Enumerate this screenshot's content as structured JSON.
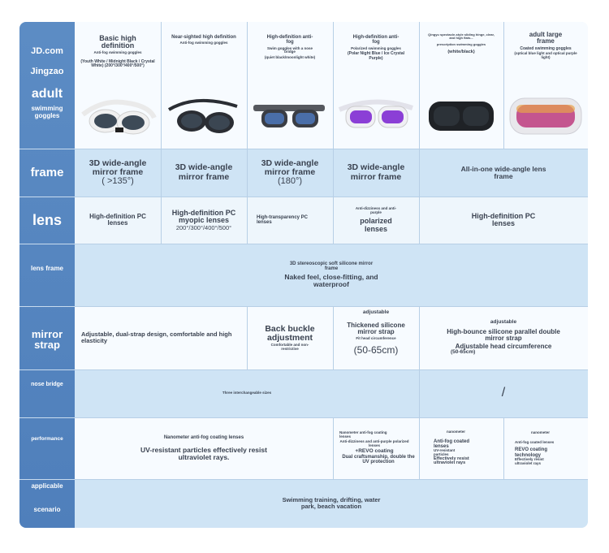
{
  "sidebar": {
    "brand_line1": "JD.com",
    "brand_line2": "Jingzao",
    "brand_line3": "adult",
    "brand_line4": "swimming goggles",
    "frame": "frame",
    "lens": "lens",
    "lens_frame": "lens frame",
    "mirror_strap": "mirror strap",
    "nose_bridge": "nose bridge",
    "performance": "performance",
    "applicable": "applicable",
    "scenario": "scenario"
  },
  "products": [
    {
      "title": "Basic high definition",
      "sub": "Anti-fog swimming goggles",
      "note": "(Youth White / Midnight Black / Crystal White) (200°/300°/400°/500°)",
      "frame_color": "#f4f4f4",
      "lens_color": "#3d4a57"
    },
    {
      "title": "Near-sighted high definition",
      "sub": "Anti-fog swimming goggles",
      "note": "",
      "frame_color": "#2a2d33",
      "lens_color": "#3b4652"
    },
    {
      "title": "High-definition anti-fog",
      "sub": "Swim goggles with a nose bridge",
      "note": "(quiet black/moonlight white)",
      "frame_color": "#3a3d44",
      "lens_color": "#4a6ea8"
    },
    {
      "title": "High-definition anti-fog",
      "sub": "Polarized swimming goggles",
      "note": "(Polar Night Blue / Ice Crystal Purple)",
      "frame_color": "#f0f0f4",
      "lens_color": "#8b3fd6"
    },
    {
      "title": "Qingyu spectacle-style sliding hinge, clear, and high flats...",
      "sub": "prescription swimming goggles",
      "note": "(white/black)",
      "frame_color": "#1f2226",
      "lens_color": "#2c3238"
    },
    {
      "title": "adult large frame",
      "sub": "Coated swimming goggles",
      "note": "(optical blue light and optical purple light)",
      "frame_color": "#e8e8ec",
      "lens_color": "#c4558f"
    }
  ],
  "frame_row": {
    "c1_line1": "3D wide-angle mirror frame",
    "c1_line2": "( >135°)",
    "c2": "3D wide-angle mirror frame",
    "c3_line1": "3D wide-angle mirror frame",
    "c3_line2": "(180°)",
    "c4": "3D wide-angle mirror frame",
    "c5": "All-in-one wide-angle lens frame"
  },
  "lens_row": {
    "c1": "High-definition PC lenses",
    "c2_line1": "High-definition PC myopic lenses",
    "c2_line2": "200°/300°/400°/500°",
    "c3": "High-transparency PC lenses",
    "c4_small": "Anti-dizziness and anti-purple",
    "c4_big": "polarized lenses",
    "c5": "High-definition PC lenses"
  },
  "lensframe_row": {
    "small": "3D stereoscopic soft silicone mirror frame",
    "big": "Naked feel, close-fitting, and waterproof"
  },
  "strap_row": {
    "c1": "Adjustable, dual-strap design, comfortable and high elasticity",
    "c2_big": "Back buckle adjustment",
    "c2_small": "Comfortable and non-restrictive",
    "c3_top": "adjustable",
    "c3_big": "Thickened silicone mirror strap",
    "c3_small": "Fit head circumference",
    "c3_range": "(50-65cm)",
    "c4_top": "adjustable",
    "c4_big": "High-bounce silicone parallel double mirror strap",
    "c4_mid": "Adjustable head circumference",
    "c4_range": "(50-65cm)"
  },
  "nose_row": {
    "left": "Three interchangeable sizes",
    "right": "/"
  },
  "perf_row": {
    "c1_small": "Nanometer anti-fog coating lenses",
    "c1_big": "UV-resistant particles effectively resist ultraviolet rays.",
    "c2_small1": "Nanometer anti-fog coating lenses",
    "c2_small2": "Anti-dizziness and anti-purple polarized lenses",
    "c2_big1": "+REVO coating",
    "c2_big2": "Dual craftsmanship, double the UV protection",
    "c3_top": "nanometer",
    "c3_big": "Anti-fog coated lenses",
    "c3_small": "UV-resistant particles",
    "c3_big2": "Effectively resist ultraviolet rays",
    "c4_top": "nanometer",
    "c4_small": "Anti-fog coated lenses",
    "c4_big": "REVO coating technology",
    "c4_small2": "Effectively resist ultraviolet rays"
  },
  "scenario_row": {
    "text": "Swimming training, drifting, water park, beach vacation"
  }
}
